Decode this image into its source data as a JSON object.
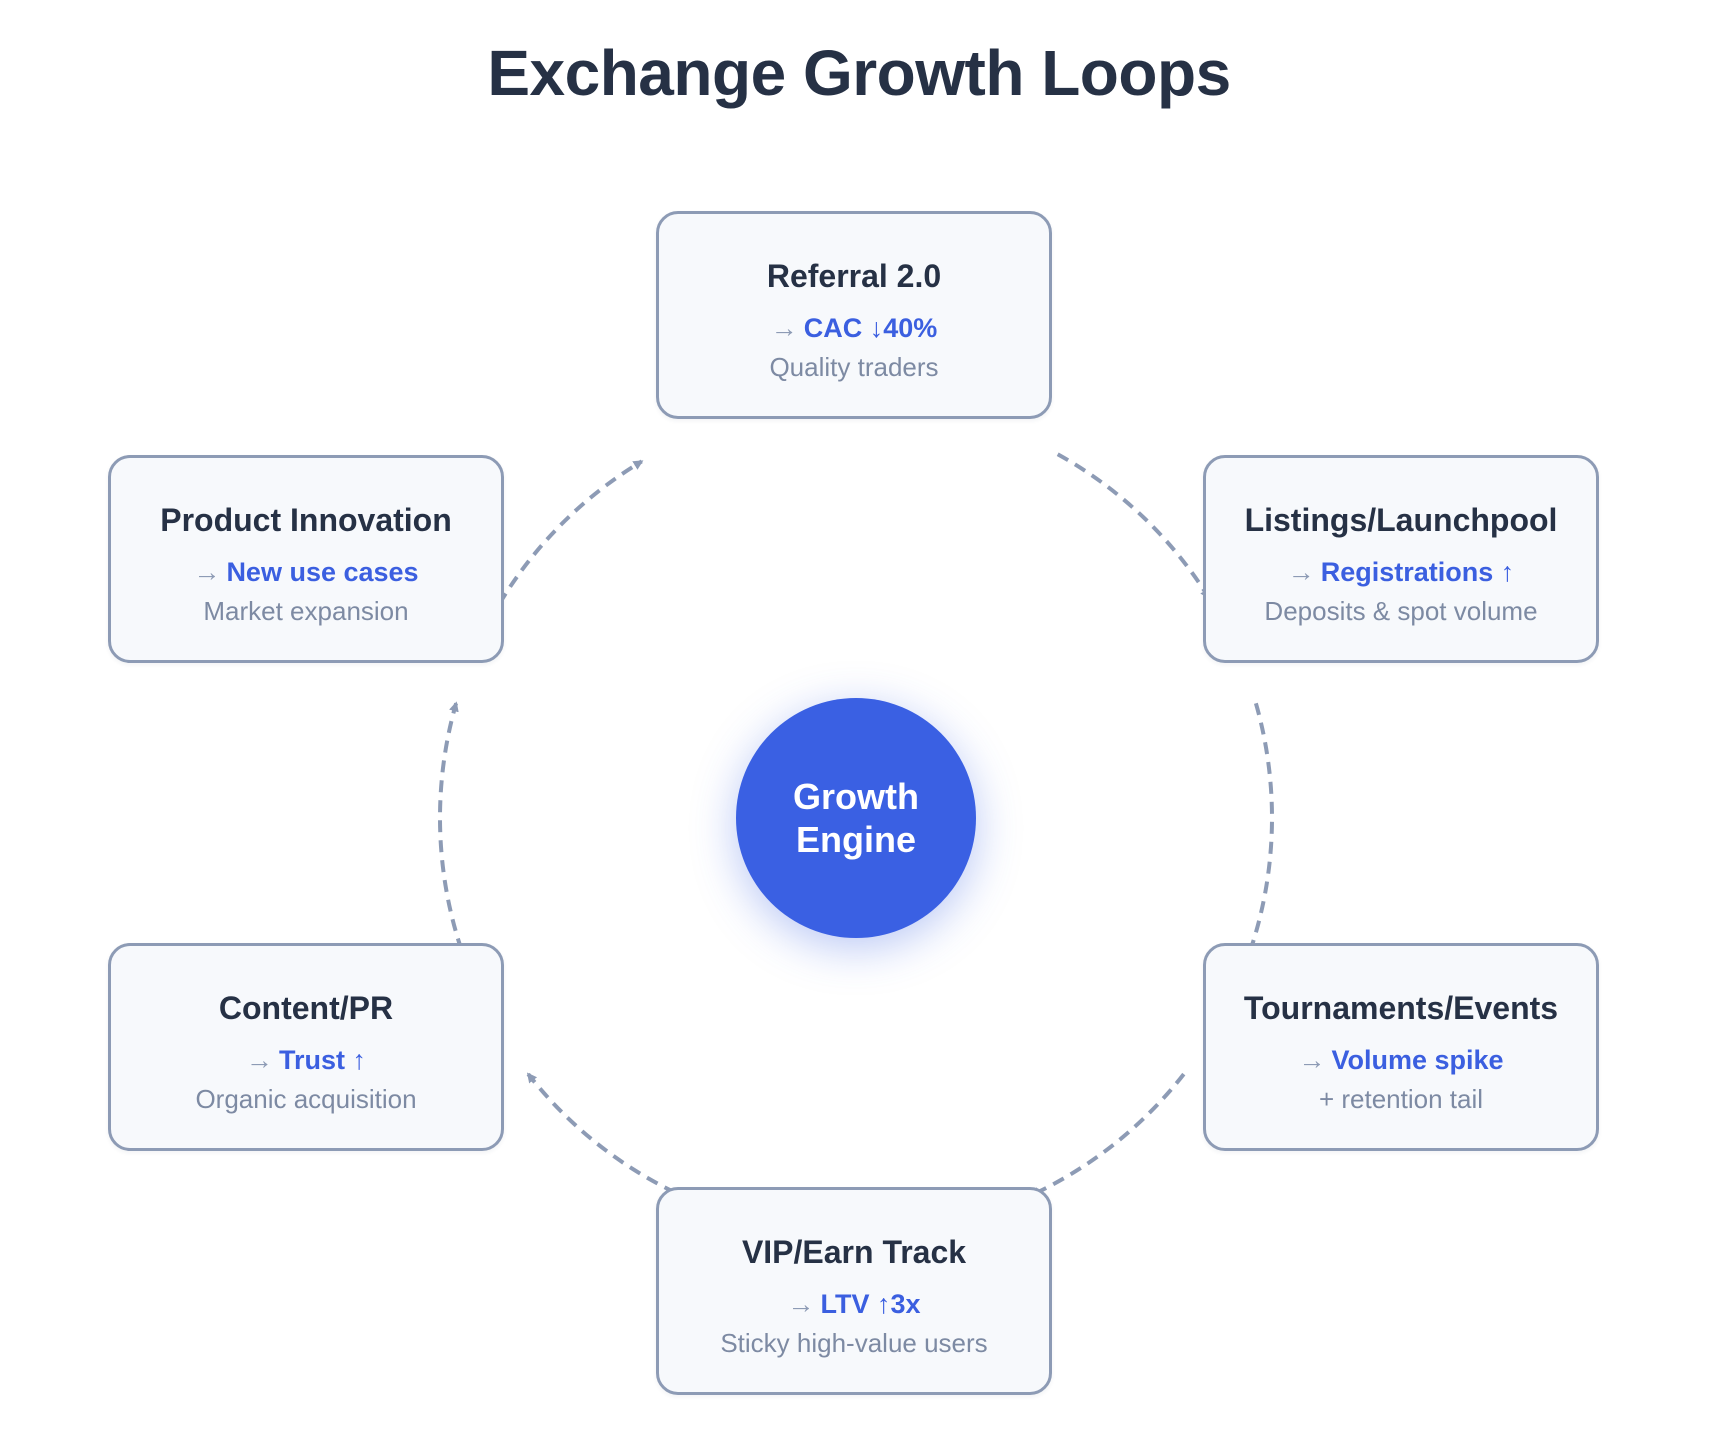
{
  "title": "Exchange Growth Loops",
  "hub": {
    "label": "Growth Engine"
  },
  "nodes": [
    {
      "title": "Referral 2.0",
      "metric": "CAC ↓40%",
      "sub": "Quality traders"
    },
    {
      "title": "Listings/Launchpool",
      "metric": "Registrations ↑",
      "sub": "Deposits & spot volume"
    },
    {
      "title": "Tournaments/Events",
      "metric": "Volume spike",
      "sub": "+ retention tail"
    },
    {
      "title": "VIP/Earn Track",
      "metric": "LTV ↑3x",
      "sub": "Sticky high-value users"
    },
    {
      "title": "Content/PR",
      "metric": "Trust ↑",
      "sub": "Organic acquisition"
    },
    {
      "title": "Product Innovation",
      "metric": "New use cases",
      "sub": "Market expansion"
    }
  ],
  "metric_arrow": "→",
  "colors": {
    "accent": "#3a60e3",
    "metric_text": "#3b5fe0",
    "connector": "#8d9bb5",
    "node_bg": "#f7f9fc",
    "title_text": "#263145",
    "sub_text": "#7d8aa3"
  }
}
